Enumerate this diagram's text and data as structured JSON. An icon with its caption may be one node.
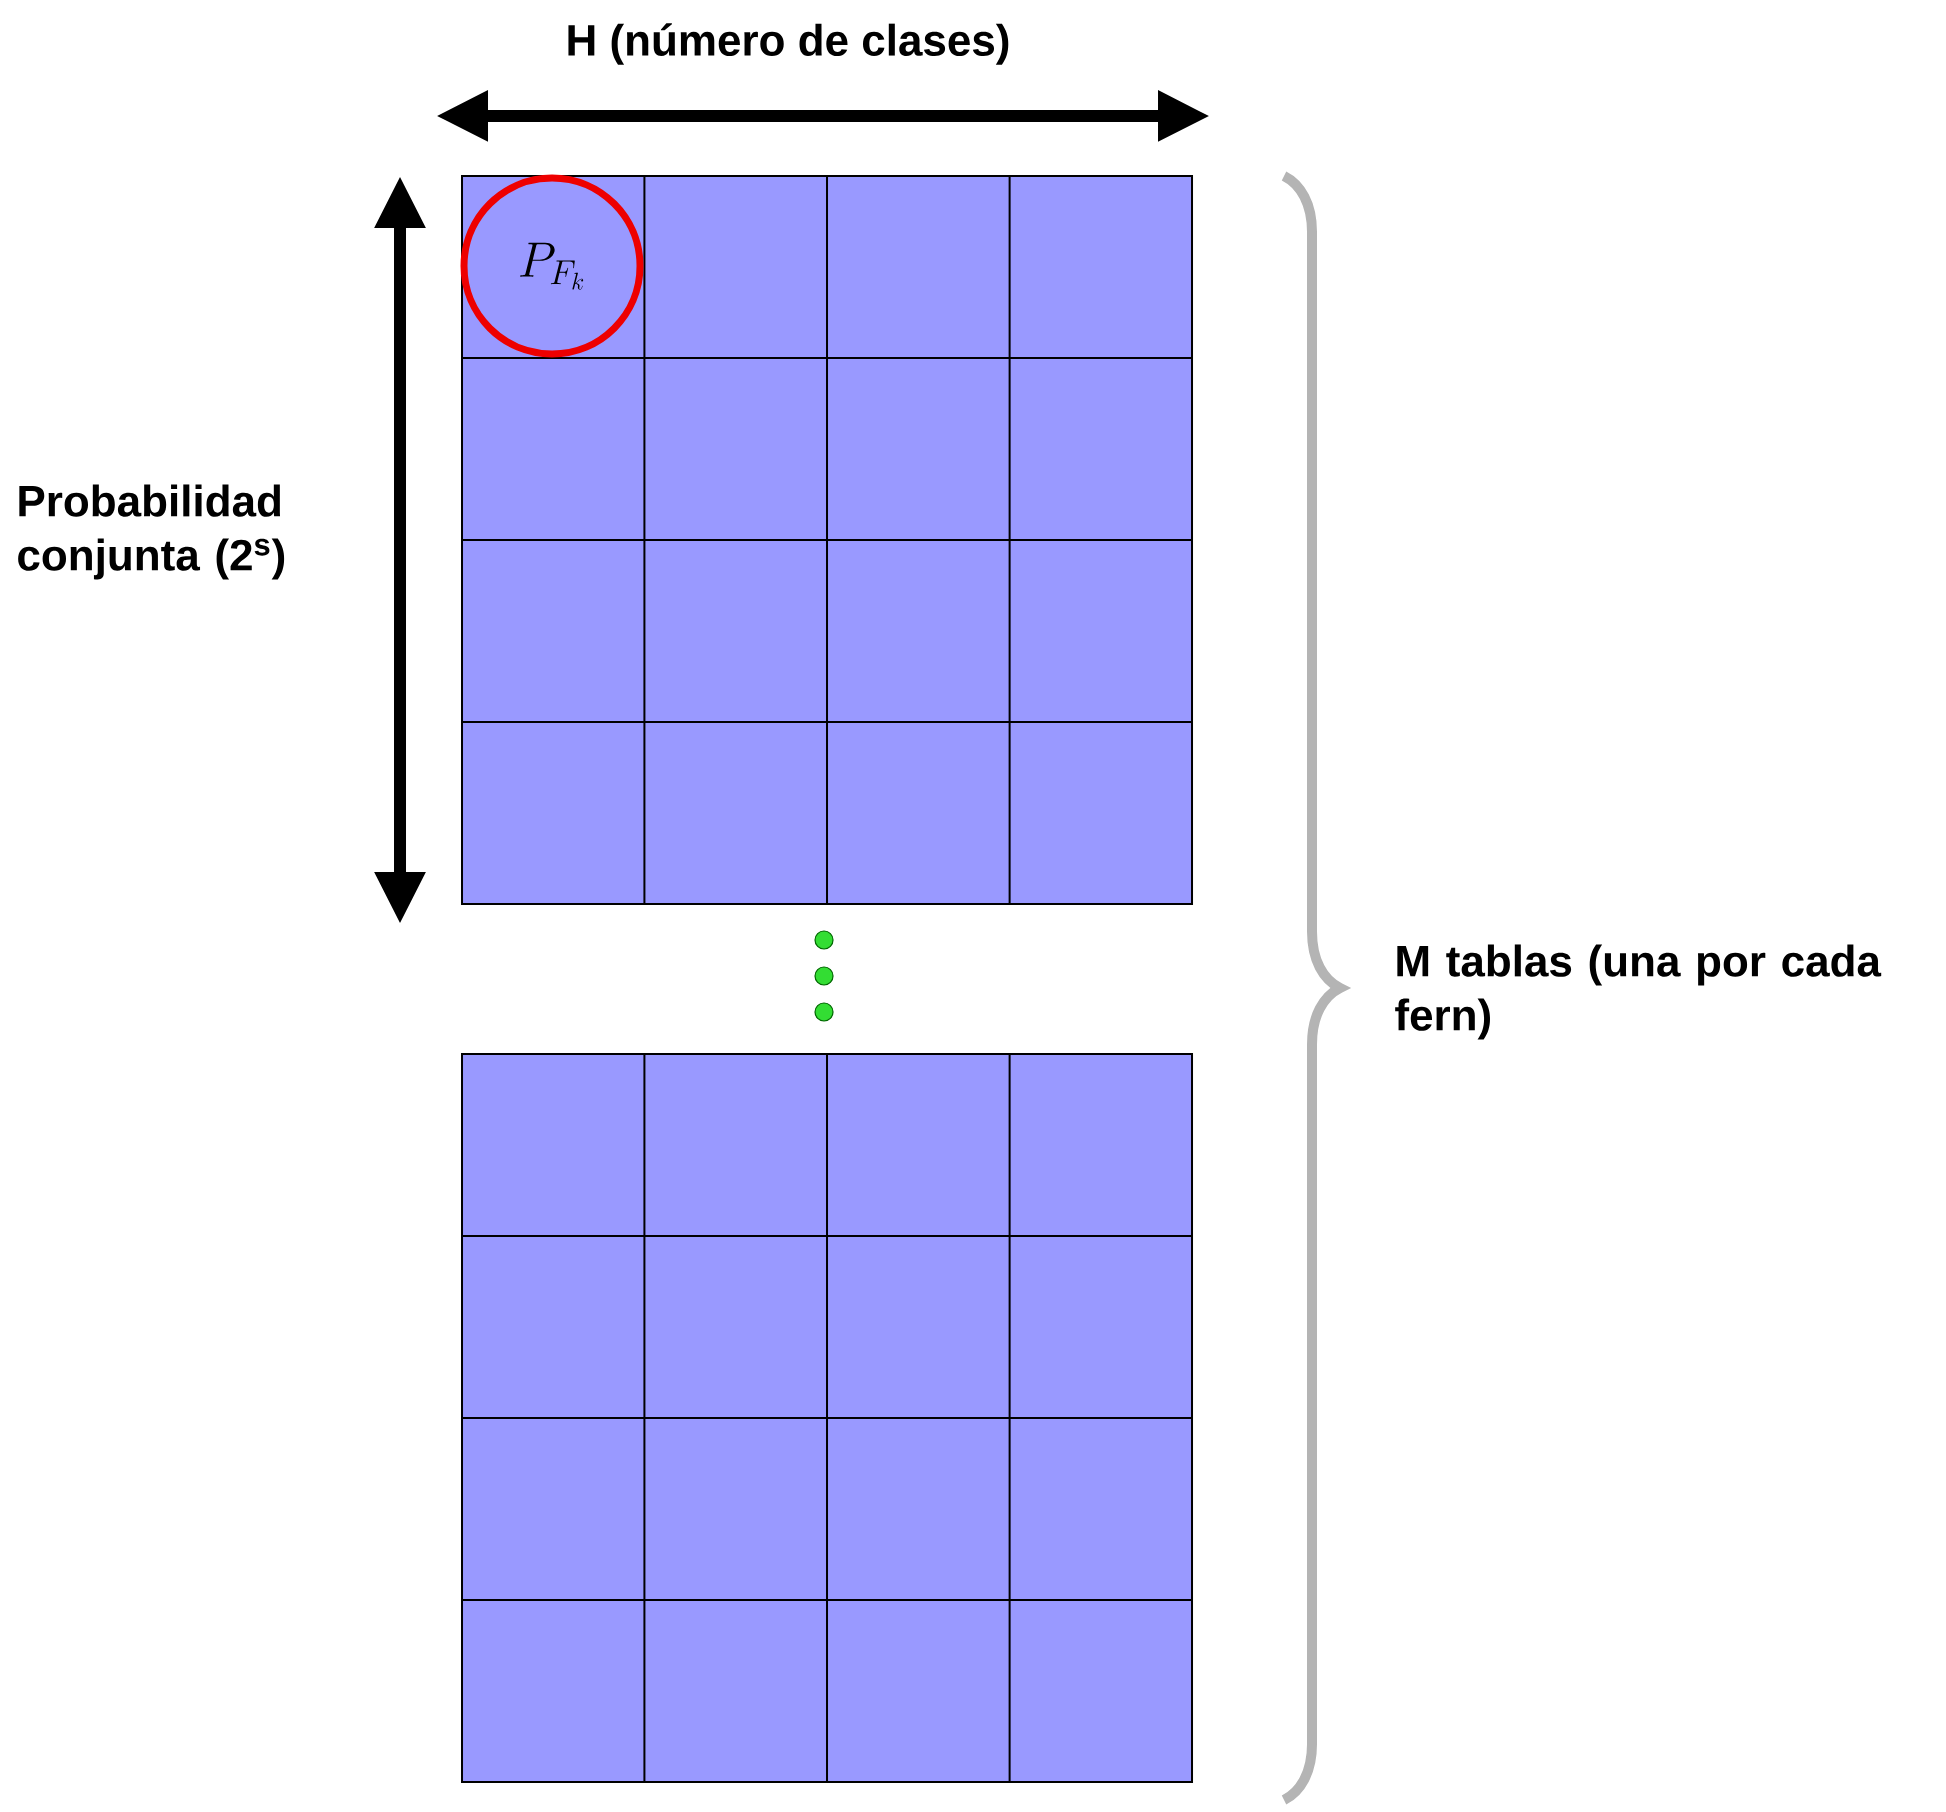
{
  "diagram": {
    "nodes": [
      {
        "text": [
          "P_{F_k}"
        ]
      }
    ],
    "labels": [
      "H (número de clases)",
      "Probabilidad conjunta (2$^{s}$)",
      "M tablas (una por cada fern)"
    ]
  }
}
